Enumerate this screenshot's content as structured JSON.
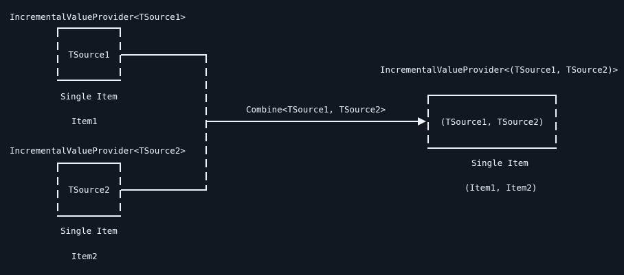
{
  "colors": {
    "background": "#121821",
    "foreground": "#eef2f6"
  },
  "labels": {
    "provider1": "IncrementalValueProvider<TSource1>",
    "provider2": "IncrementalValueProvider<TSource2>",
    "result_provider": "IncrementalValueProvider<(TSource1, TSource2)>",
    "combine": "Combine<TSource1, TSource2>"
  },
  "boxes": {
    "source1": {
      "value": "TSource1",
      "caption": "Single Item",
      "item": "Item1"
    },
    "source2": {
      "value": "TSource2",
      "caption": "Single Item",
      "item": "Item2"
    },
    "result": {
      "value": "(TSource1, TSource2)",
      "caption": "Single Item",
      "item": "(Item1, Item2)"
    }
  }
}
